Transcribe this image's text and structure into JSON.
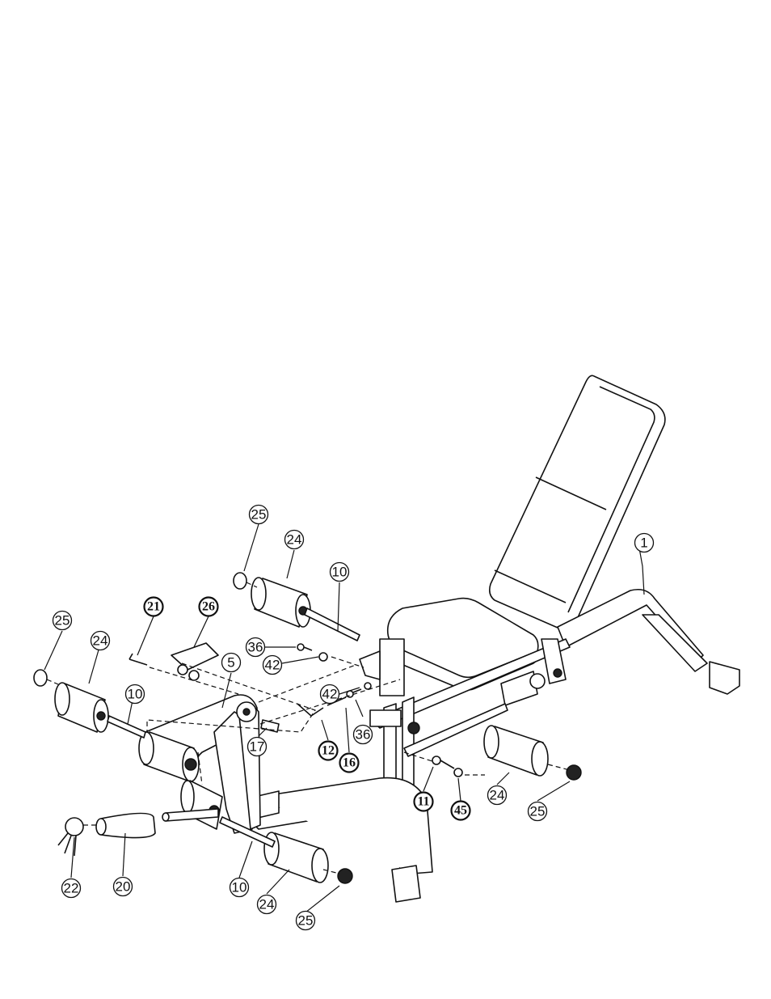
{
  "diagram": {
    "callouts": [
      {
        "label": "1",
        "bold": false
      },
      {
        "label": "5",
        "bold": false
      },
      {
        "label": "10",
        "bold": false
      },
      {
        "label": "10",
        "bold": false
      },
      {
        "label": "10",
        "bold": false
      },
      {
        "label": "11",
        "bold": true
      },
      {
        "label": "12",
        "bold": true
      },
      {
        "label": "16",
        "bold": true
      },
      {
        "label": "17",
        "bold": false
      },
      {
        "label": "20",
        "bold": false
      },
      {
        "label": "21",
        "bold": true
      },
      {
        "label": "22",
        "bold": false
      },
      {
        "label": "24",
        "bold": false
      },
      {
        "label": "24",
        "bold": false
      },
      {
        "label": "24",
        "bold": false
      },
      {
        "label": "24",
        "bold": false
      },
      {
        "label": "25",
        "bold": false
      },
      {
        "label": "25",
        "bold": false
      },
      {
        "label": "25",
        "bold": false
      },
      {
        "label": "25",
        "bold": false
      },
      {
        "label": "26",
        "bold": true
      },
      {
        "label": "36",
        "bold": false
      },
      {
        "label": "36",
        "bold": false
      },
      {
        "label": "42",
        "bold": false
      },
      {
        "label": "42",
        "bold": false
      },
      {
        "label": "45",
        "bold": true
      }
    ]
  }
}
